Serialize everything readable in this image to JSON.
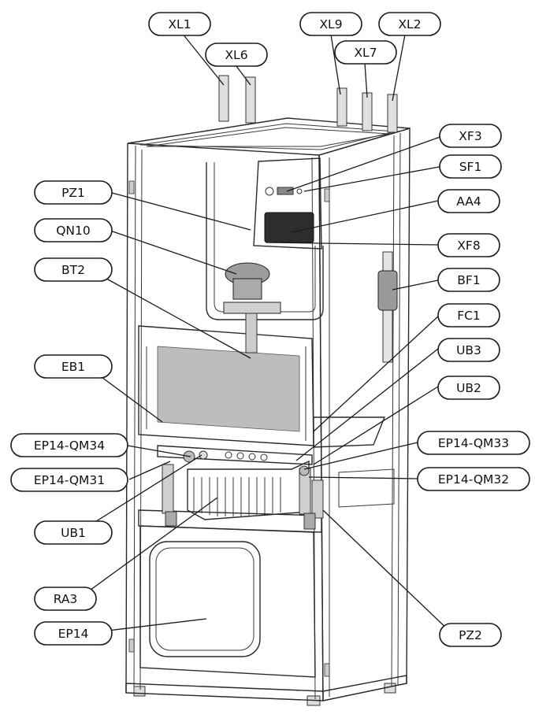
{
  "labels": {
    "xl1": "XL1",
    "xl6": "XL6",
    "xl9": "XL9",
    "xl7": "XL7",
    "xl2": "XL2",
    "xf3": "XF3",
    "sf1": "SF1",
    "pz1": "PZ1",
    "aa4": "AA4",
    "qn10": "QN10",
    "xf8": "XF8",
    "bt2": "BT2",
    "bf1": "BF1",
    "fc1": "FC1",
    "ub3": "UB3",
    "eb1": "EB1",
    "ub2": "UB2",
    "ep14_qm34": "EP14-QM34",
    "ep14_qm33": "EP14-QM33",
    "ep14_qm31": "EP14-QM31",
    "ep14_qm32": "EP14-QM32",
    "ub1": "UB1",
    "ra3": "RA3",
    "ep14": "EP14",
    "pz2": "PZ2"
  }
}
